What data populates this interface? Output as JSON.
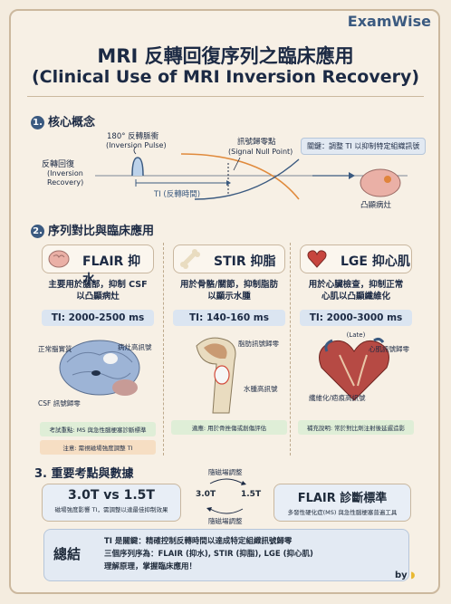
{
  "brand": "ExamWise",
  "title_zh": "MRI 反轉回復序列之臨床應用",
  "title_en": "(Clinical Use of MRI Inversion Recovery)",
  "section1": {
    "num": "1.",
    "title": "核心概念",
    "inversion_pulse": "180° 反轉脈衝",
    "inversion_pulse_en": "(Inversion Pulse)",
    "ir_label": "反轉回復",
    "ir_label_en1": "(Inversion",
    "ir_label_en2": "Recovery)",
    "ti_label": "TI (反轉時間)",
    "null_point": "訊號歸零點",
    "null_point_en": "(Signal Null Point)",
    "key": "關鍵：調整 TI 以抑制特定組織訊號",
    "lesion": "凸顯病灶"
  },
  "section2": {
    "num": "2.",
    "title": "序列對比與臨床應用",
    "columns": [
      {
        "name": "FLAIR 抑水",
        "desc1": "主要用於腦部，抑制 CSF",
        "desc2": "以凸顯病灶",
        "ti": "TI: 2000-2500 ms",
        "ti_note": "",
        "labels": [
          "正常腦實質",
          "病灶高訊號",
          "CSF 訊號歸零"
        ],
        "note1": "考試重點: MS 與急性腦梗塞診斷標準",
        "note2": "注意: 需視磁場強度調整 TI"
      },
      {
        "name": "STIR 抑脂",
        "desc1": "用於骨骼/關節，抑制脂肪",
        "desc2": "以顯示水腫",
        "ti": "TI: 140-160 ms",
        "ti_note": "",
        "labels": [
          "脂肪訊號歸零",
          "水腫高訊號"
        ],
        "note1": "適應: 用於骨挫傷或創傷評估",
        "note2": ""
      },
      {
        "name": "LGE 抑心肌",
        "desc1": "用於心臟檢查，抑制正常",
        "desc2": "心肌以凸顯纖維化",
        "ti": "TI: 2000-3000 ms",
        "ti_note": "(Late)",
        "labels": [
          "心肌訊號歸零",
          "纖維化/疤痕高訊號"
        ],
        "note1": "補充說明: 常於對比劑注射後延遲造影",
        "note2": ""
      }
    ]
  },
  "section3": {
    "num": "3.",
    "title": "重要考點與數據",
    "left_title": "3.0T vs 1.5T",
    "left_sub": "磁場強度影響 TI，需調整以達最佳抑制效果",
    "cycle_top": "隨磁場調整",
    "cycle_bottom": "隨磁場調整",
    "cycle_left": "3.0T",
    "cycle_right": "1.5T",
    "right_title": "FLAIR 診斷標準",
    "right_sub": "多發性硬化症(MS) 與急性腦梗塞普遍工具"
  },
  "summary": {
    "label": "總結",
    "line1": "TI 是關鍵：精確控制反轉時間以達成特定組織訊號歸零",
    "line2": "三個序列序為：FLAIR (抑水), STIR (抑脂), LGE (抑心肌)",
    "line3": "理解原理，掌握臨床應用！"
  },
  "byline": "by",
  "colors": {
    "accent": "#3b5a80",
    "background": "#f4ecdf",
    "curve": "#e08a3c",
    "note_green": "#dfeed7",
    "note_orange": "#f6dec3"
  }
}
